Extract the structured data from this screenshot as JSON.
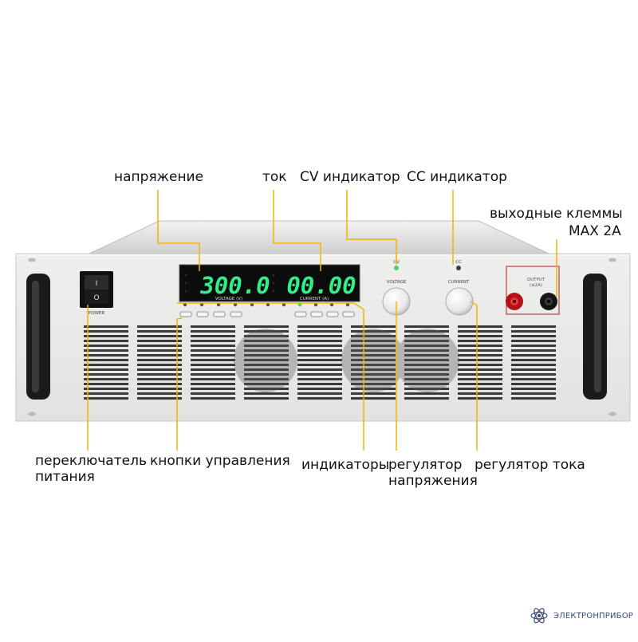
{
  "callouts": {
    "voltage": "напряжение",
    "current": "ток",
    "cv_indicator": "CV индикатор",
    "cc_indicator": "CC индикатор",
    "output_terminals_line1": "выходные клеммы",
    "output_terminals_line2": "MAX 2A",
    "power_switch": "переключатель\nпитания",
    "control_buttons": "кнопки управления",
    "indicators": "индикаторы",
    "voltage_regulator": "регулятор\nнапряжения",
    "current_regulator": "регулятор тока"
  },
  "device": {
    "power_label": "POWER",
    "voltage_display": "300.0",
    "current_display": "00.00",
    "voltage_unit_label": "VOLTAGE (V)",
    "current_unit_label": "CURRENT (A)",
    "cv_label": "CV",
    "cc_label": "CC",
    "voltage_knob_label": "VOLTAGE",
    "current_knob_label": "CURRENT",
    "output_label": "OUTPUT",
    "output_max_label": "(≤2A)"
  },
  "logo": {
    "text": "ЭЛЕКТРОНПРИБОР"
  },
  "colors": {
    "callout_line": "#f2b400",
    "display_digits": "#33ee88",
    "panel": "#e8e8e6",
    "chassis": "#d2d2d0",
    "handle": "#1a1a1a"
  }
}
